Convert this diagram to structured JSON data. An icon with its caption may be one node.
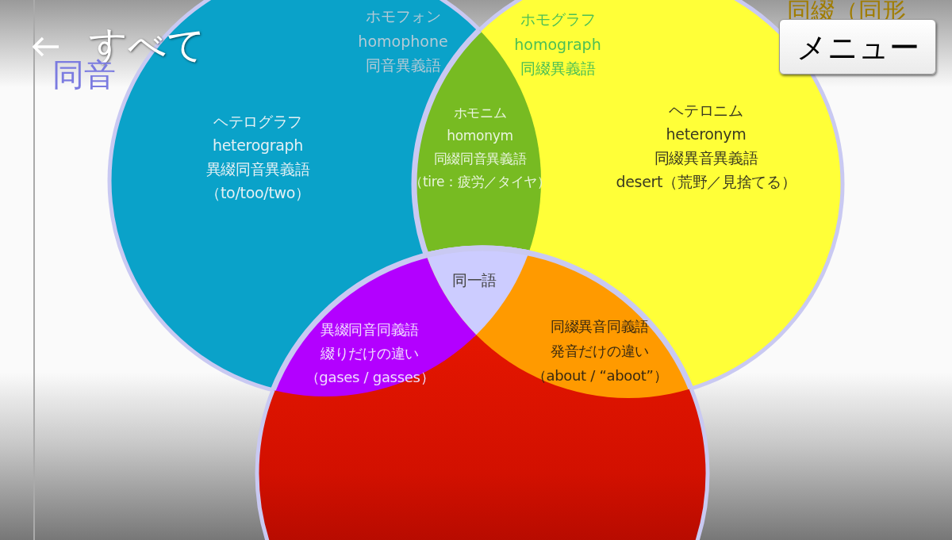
{
  "diagram": {
    "nodes": [
      {
        "text": [
          "ヘテログラフ",
          "heterograph",
          "異綴同音異義語",
          "（to/too/two）"
        ]
      },
      {
        "text": [
          "ホモニム",
          "homonym",
          "同綴同音異義語",
          "（tire：疲労／タイヤ）"
        ]
      },
      {
        "text": [
          "ヘテロニム",
          "heteronym",
          "同綴異音異義語",
          "desert（荒野／見捨てる）"
        ]
      },
      {
        "text": [
          "同一語"
        ]
      },
      {
        "text": [
          "異綴同音同義語",
          "綴りだけの違い",
          "（gases / gasses）"
        ]
      },
      {
        "text": [
          "同綴異音同義語",
          "発音だけの違い",
          "（about / “aboot”）"
        ]
      }
    ],
    "labels": [
      "すべて",
      "同音",
      "ホモフォン",
      "homophone",
      "同音異義語",
      "ホモグラフ",
      "homograph",
      "同綴異義語",
      "同綴（同形",
      "メニュー"
    ]
  }
}
